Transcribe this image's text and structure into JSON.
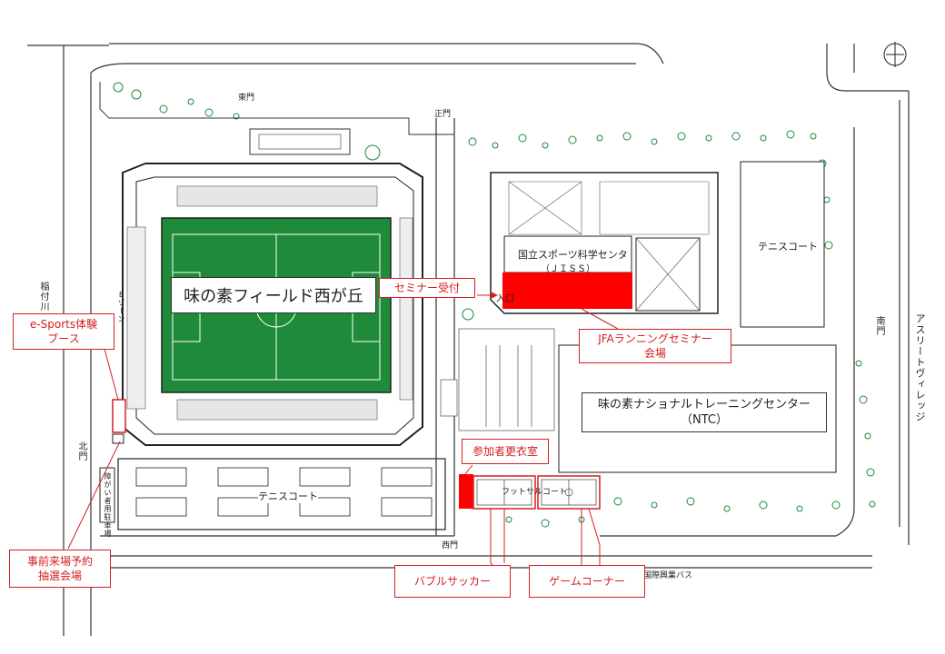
{
  "map": {
    "stadium_name": "味の素フィールド西が丘",
    "jiss_name": "国立スポーツ科学センタ",
    "jiss_abbr": "（ＪＩＳＳ）",
    "entrance": "入口",
    "tennis_court_east": "テニスコート",
    "tennis_court_south": "テニスコート",
    "ntc_name": "味の素ナショナルトレーニングセンター",
    "ntc_abbr": "（NTC）",
    "futsal_label": "フットサルコート",
    "gate_east": "東門",
    "gate_main": "正門",
    "gate_south": "南門",
    "gate_west": "西門",
    "gate_north": "北門",
    "river": "稲付川",
    "athlete_village": "アスリートヴィレッジ",
    "bus": "国際興業バス",
    "parking_side": "障がい者用駐車場",
    "wall_label": "Ｅゾーン"
  },
  "callouts": {
    "seminar_reception": "セミナー受付",
    "jfa_seminar": "JFAランニングセミナー\n会場",
    "esports": "e-Sports体験\nブース",
    "changing_room": "参加者更衣室",
    "lottery": "事前来場予約\n抽選会場",
    "bubble_soccer": "バブルサッカー",
    "game_corner": "ゲームコーナー"
  },
  "colors": {
    "pitch": "#1f8a3a",
    "highlight": "#ff0000",
    "trees": "#1a8a3a",
    "lines": "#333333",
    "callout": "#d32020"
  },
  "icons": {
    "compass": "north-arrow-icon"
  }
}
